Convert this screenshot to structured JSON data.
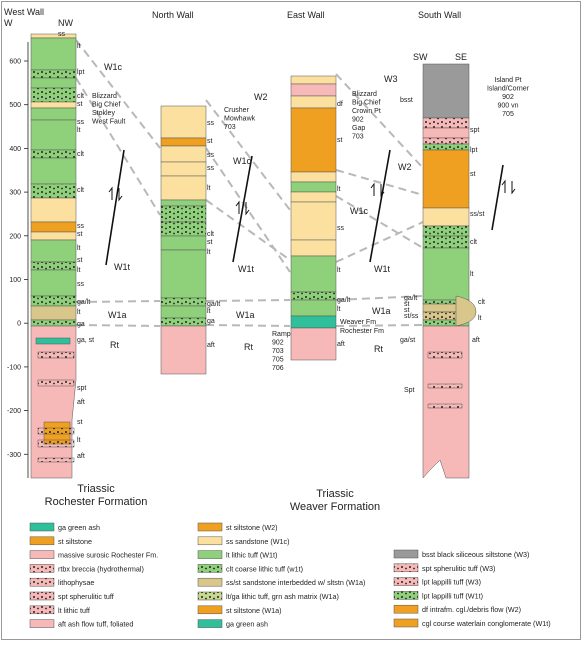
{
  "walls": {
    "west": {
      "title": "West Wall",
      "w": "W",
      "nw": "NW"
    },
    "north": {
      "title": "North Wall"
    },
    "east": {
      "title": "East Wall"
    },
    "south": {
      "title": "South Wall",
      "sw": "SW",
      "se": "SE"
    }
  },
  "axis": {
    "ticks": [
      "600",
      "500",
      "400",
      "300",
      "200",
      "100",
      "0",
      "-100",
      "-200",
      "-300"
    ]
  },
  "zones": {
    "west": {
      "w1c": "W1c",
      "w1t": "W1t",
      "w1a": "W1a",
      "rt": "Rt"
    },
    "north": {
      "w2": "W2",
      "w1c": "W1c",
      "w1t": "W1t",
      "w1a": "W1a",
      "rt": "Rt"
    },
    "east": {
      "w3": "W3",
      "w2": "W2",
      "w1c": "W1c",
      "w1t": "W1t",
      "w1a": "W1a",
      "rt": "Rt"
    }
  },
  "annotations": {
    "west": [
      "Blizzard",
      "Big Chief",
      "Stokley",
      "West Fault"
    ],
    "north": [
      "Crusher",
      "Mowhawk",
      "703"
    ],
    "east": [
      "Blizzard",
      "Big Chief",
      "Crown Pt",
      "902",
      "Gap",
      "703"
    ],
    "ramp": [
      "Ramp",
      "902",
      "703",
      "705",
      "706"
    ],
    "south": [
      "Island Pt",
      "Island/Corner",
      "902",
      "900 vn",
      "705"
    ]
  },
  "column_labels": {
    "west": [
      "ss",
      "lt",
      "lpt",
      "clt",
      "st",
      "ss",
      "lt",
      "clt",
      "clt",
      "ss",
      "st",
      "lt",
      "st",
      "lt",
      "ss",
      "ga/lt",
      "lt",
      "ga",
      "ga, st",
      "spt",
      "aft",
      "st",
      "lt",
      "aft"
    ],
    "north": [
      "ss",
      "st",
      "ss",
      "ss",
      "lt",
      "clt",
      "st",
      "lt",
      "ga/lt",
      "lt",
      "ga",
      "aft"
    ],
    "east": [
      "df",
      "st",
      "lt",
      "ss",
      "lt",
      "ga/lt",
      "lt",
      "aft"
    ],
    "south": [
      "bsst",
      "spt",
      "lpt",
      "st",
      "ss/st",
      "clt",
      "lt",
      "clt",
      "st",
      "st/ss",
      "lt",
      "ga/st",
      "aft",
      "Spt"
    ]
  },
  "east_formation_labels": {
    "weaver": "Weaver Fm",
    "rochester": "Rochester Fm"
  },
  "formations": {
    "rochester": [
      "Triassic",
      "Rochester Formation"
    ],
    "weaver": [
      "Triassic",
      "Weaver Formation"
    ]
  },
  "legend": {
    "col1": [
      {
        "text": "ga  green ash",
        "color": "#2fbf9a"
      },
      {
        "text": "st  siltstone",
        "color": "#f0a020"
      },
      {
        "text": "massive surosic Rochester Fm.",
        "color": "#f7b8b8"
      },
      {
        "text": "rtbx breccia (hydrothermal)",
        "color": "#f7b8b8"
      },
      {
        "text": "lithophysae",
        "color": "#f7b8b8"
      },
      {
        "text": "spt  spherulitic tuff",
        "color": "#f7b8b8"
      },
      {
        "text": "lt  lithic tuff",
        "color": "#f7b8b8"
      },
      {
        "text": "aft  ash flow tuff, foliated",
        "color": "#f7b8b8"
      }
    ],
    "col2": [
      {
        "text": "st  siltstone  (W2)",
        "color": "#f0a020"
      },
      {
        "text": "ss  sandstone  (W1c)",
        "color": "#fbe0a0"
      },
      {
        "text": "lt  lithic tuff  (W1t)",
        "color": "#8fd07a"
      },
      {
        "text": "clt  coarse lithic tuff  (w1t)",
        "color": "#8fd07a"
      },
      {
        "text": "ss/st  sandstone interbedded w/ sltstn  (W1a)",
        "color": "#d8c68a"
      },
      {
        "text": "lt/ga  lithic tuff, grn ash matrix  (W1a)",
        "color": "#c8d890"
      },
      {
        "text": "st  siltstone  (W1a)",
        "color": "#f0a020"
      },
      {
        "text": "ga  green ash",
        "color": "#2fbf9a"
      }
    ],
    "col3": [
      {
        "text": "bsst  black siliceous siltstone  (W3)",
        "color": "#9a9a9a"
      },
      {
        "text": "spt  spherulitic tuff  (W3)",
        "color": "#f7b8b8"
      },
      {
        "text": "lpt  lappilli tuff  (W3)",
        "color": "#f7b8b8"
      },
      {
        "text": "lpt  lappilli tuff  (W1t)",
        "color": "#8fd07a"
      },
      {
        "text": "df  intrafm. cgl./debris flow  (W2)",
        "color": "#f0a020"
      },
      {
        "text": "cgl  course waterlain conglomerate  (W1t)",
        "color": "#f0a020"
      }
    ]
  },
  "colors": {
    "green": "#8fd07a",
    "sand": "#fbe0a0",
    "orange": "#f0a020",
    "pink": "#f7b8b8",
    "teal": "#2fbf9a",
    "gray": "#9a9a9a",
    "tan": "#d8c68a"
  }
}
